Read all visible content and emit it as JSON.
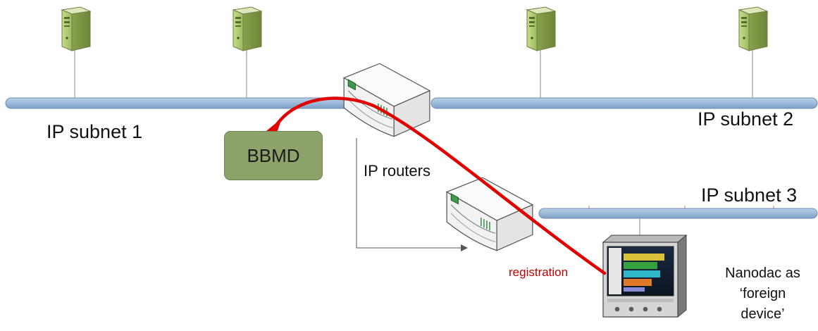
{
  "labels": {
    "subnet_1": "IP subnet 1",
    "subnet_2": "IP subnet 2",
    "subnet_3": "IP subnet 3",
    "bbmd": "BBMD",
    "routers": "IP routers",
    "registration": "registration",
    "foreign_device": "Nanodac as\n‘foreign\ndevice’"
  },
  "colors": {
    "subnet_fill": "#9cb9d8",
    "subnet_stroke": "#6f8fb5",
    "bbmd_fill": "#8ea36a",
    "registration_arrow": "#e00000",
    "server_green": "#a9c46b"
  },
  "icons": [
    "server-icon",
    "router-icon",
    "nanodac-device-icon"
  ]
}
